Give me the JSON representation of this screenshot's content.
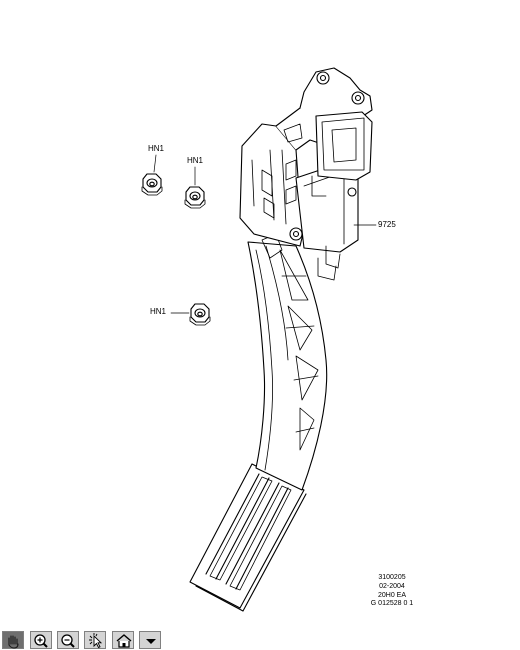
{
  "callouts": {
    "nut_top_left": "HN1",
    "nut_top_right": "HN1",
    "nut_middle": "HN1",
    "sensor": "9725"
  },
  "reference_code": {
    "line1": "3100205",
    "line2": "02-2004",
    "line3": "20H0 EA",
    "line4": "G 012528 0 1"
  },
  "toolbar": {
    "buttons": [
      {
        "icon": "pan-hand-icon",
        "active": true
      },
      {
        "icon": "zoom-in-icon",
        "active": false
      },
      {
        "icon": "zoom-out-icon",
        "active": false
      },
      {
        "icon": "select-pointer-icon",
        "active": false
      },
      {
        "icon": "home-icon",
        "active": false
      },
      {
        "icon": "dropdown-arrow-icon",
        "active": false
      }
    ]
  }
}
